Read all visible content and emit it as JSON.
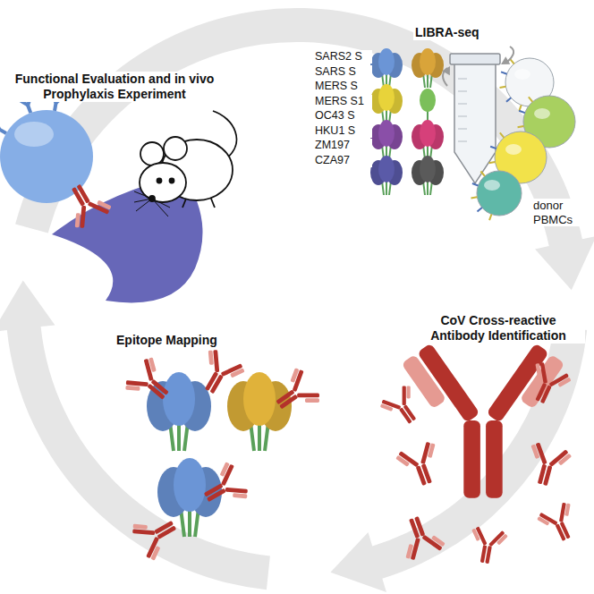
{
  "diagram": {
    "labels": [
      "Functional Evaluation and in vivo Prophylaxis Experiment",
      "LIBRA-seq",
      "SARS2 S",
      "SARS S",
      "MERS S",
      "MERS S1",
      "OC43 S",
      "HKU1 S",
      "ZM197",
      "CZA97",
      "donor PBMCs",
      "CoV Cross-reactive Antibody Identification",
      "Epitope Mapping"
    ]
  }
}
